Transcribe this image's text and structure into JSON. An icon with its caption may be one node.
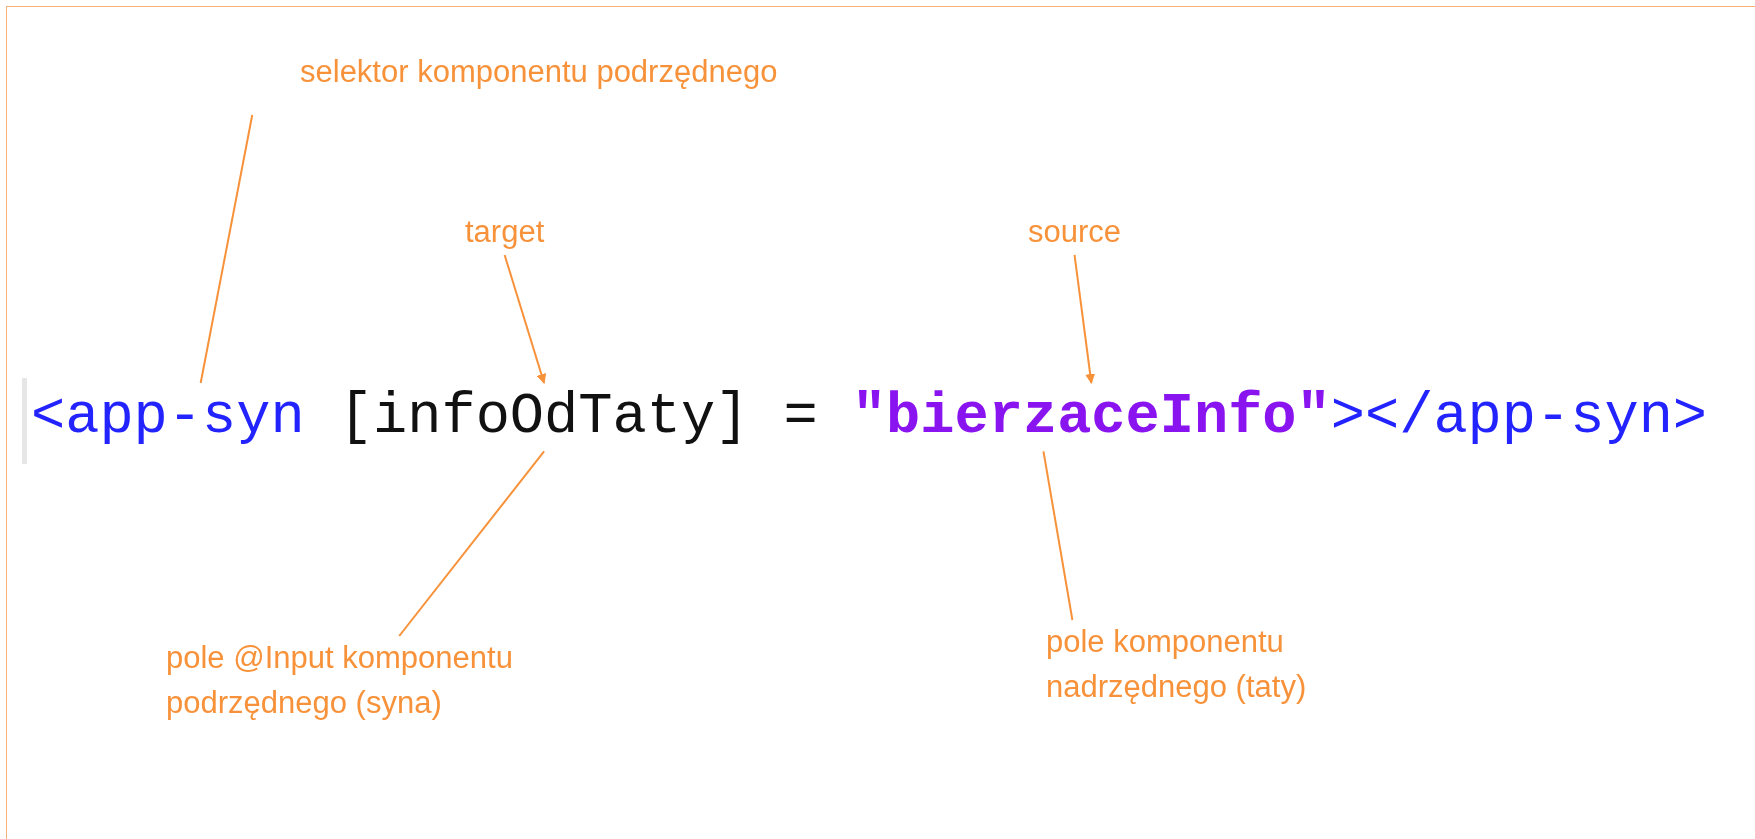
{
  "diagram": {
    "nodes": [
      {
        "text": [
          "selektor komponentu podrzędnego"
        ]
      },
      {
        "text": [
          "target"
        ]
      },
      {
        "text": [
          "source"
        ]
      },
      {
        "text": [
          "<app-syn"
        ]
      },
      {
        "text": [
          "[infoOdTaty]"
        ]
      },
      {
        "text": [
          "\"bierzaceInfo\""
        ]
      },
      {
        "text": [
          "pole @Input komponentu podrzędnego (syna)"
        ]
      },
      {
        "text": [
          "pole komponentu nadrzędnego (taty)"
        ]
      }
    ],
    "edges": [
      {
        "from": 0,
        "to": 3,
        "arrow": "none"
      },
      {
        "from": 1,
        "to": 4,
        "arrow": "to"
      },
      {
        "from": 2,
        "to": 5,
        "arrow": "to"
      },
      {
        "from": 6,
        "to": 4,
        "arrow": "none"
      },
      {
        "from": 7,
        "to": 5,
        "arrow": "none"
      }
    ],
    "labels": [
      "=",
      "></app-syn>"
    ]
  }
}
